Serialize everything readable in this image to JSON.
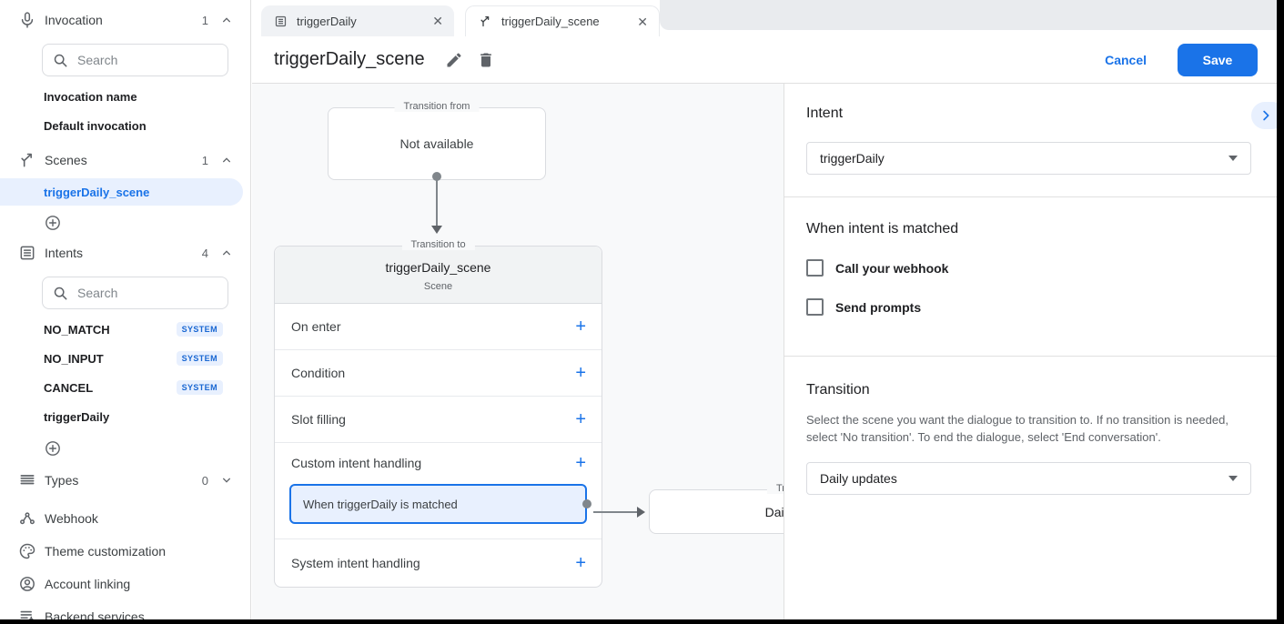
{
  "icons": {
    "close": "✕",
    "add": "+",
    "chevron_right": "›"
  },
  "tabs": [
    {
      "label": "triggerDaily"
    },
    {
      "label": "triggerDaily_scene"
    }
  ],
  "header": {
    "title": "triggerDaily_scene",
    "cancel": "Cancel",
    "save": "Save"
  },
  "sidebar": {
    "search_placeholder": "Search",
    "invocation": {
      "label": "Invocation",
      "count": "1"
    },
    "invocation_items": [
      "Invocation name",
      "Default invocation"
    ],
    "scenes": {
      "label": "Scenes",
      "count": "1",
      "selected": "triggerDaily_scene"
    },
    "intents": {
      "label": "Intents",
      "count": "4",
      "items": [
        {
          "name": "NO_MATCH",
          "badge": "SYSTEM"
        },
        {
          "name": "NO_INPUT",
          "badge": "SYSTEM"
        },
        {
          "name": "CANCEL",
          "badge": "SYSTEM"
        },
        {
          "name": "triggerDaily",
          "badge": ""
        }
      ]
    },
    "types": {
      "label": "Types",
      "count": "0"
    },
    "tools": [
      "Webhook",
      "Theme customization",
      "Account linking",
      "Backend services"
    ]
  },
  "canvas": {
    "transition_from": {
      "legend": "Transition from",
      "content": "Not available"
    },
    "scene_card": {
      "legend": "Transition to",
      "title": "triggerDaily_scene",
      "subtitle": "Scene",
      "rows": [
        "On enter",
        "Condition",
        "Slot filling"
      ],
      "custom_row": "Custom intent handling",
      "node": "When triggerDaily is matched",
      "system_row": "System intent handling"
    },
    "target": {
      "legend": "Transition to",
      "content": "Daily updates"
    }
  },
  "panel": {
    "intent": {
      "heading": "Intent",
      "value": "triggerDaily"
    },
    "matched": {
      "heading": "When intent is matched",
      "options": [
        "Call your webhook",
        "Send prompts"
      ]
    },
    "transition": {
      "heading": "Transition",
      "description": "Select the scene you want the dialogue to transition to. If no transition is needed, select 'No transition'. To end the dialogue, select 'End conversation'.",
      "value": "Daily updates"
    }
  },
  "colors": {
    "accent": "#1a73e8",
    "selected_bg": "#e8f0fe",
    "canvas_bg": "#f8f9fa",
    "badge_text": "#1967d2"
  }
}
